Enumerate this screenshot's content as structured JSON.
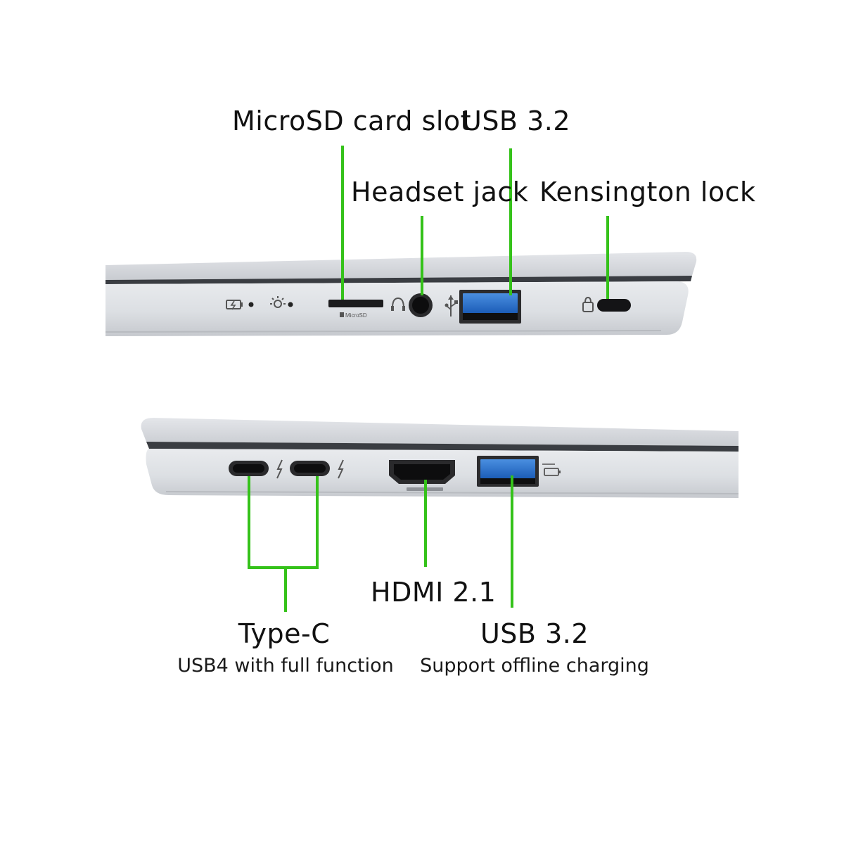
{
  "accent_color": "#35c21a",
  "left_side": {
    "callouts": [
      {
        "key": "microsd",
        "text": "MicroSD card slot"
      },
      {
        "key": "usb_a",
        "text": "USB 3.2"
      },
      {
        "key": "headset",
        "text": "Headset jack"
      },
      {
        "key": "kensington",
        "text": "Kensington lock"
      }
    ],
    "port_marking_microsd": "MicroSD",
    "icons": [
      "battery-charge-icon",
      "power-light-icon",
      "headset-icon",
      "usb-icon",
      "lock-icon"
    ]
  },
  "right_side": {
    "callouts": [
      {
        "key": "type_c",
        "text": "Type-C",
        "subtext": "USB4 with full function"
      },
      {
        "key": "hdmi",
        "text": "HDMI 2.1"
      },
      {
        "key": "usb_a",
        "text": "USB 3.2",
        "subtext": "Support offline charging"
      }
    ],
    "icons": [
      "thunderbolt-icon",
      "thunderbolt-icon",
      "usb-charge-icon"
    ]
  }
}
